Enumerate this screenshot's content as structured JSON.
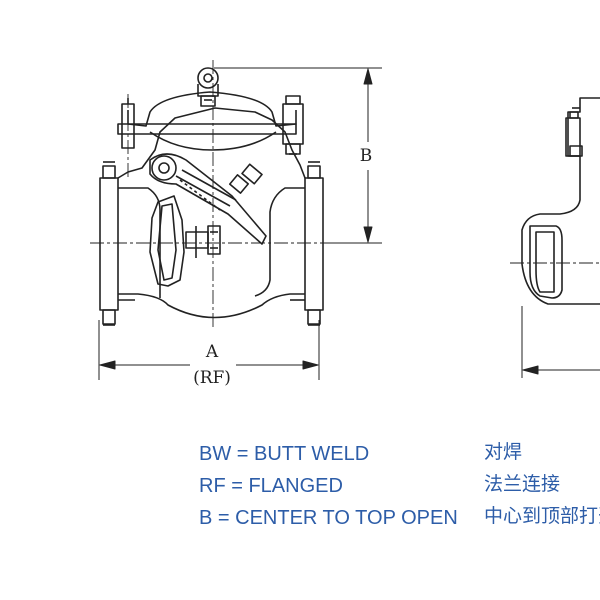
{
  "drawing": {
    "dim_a": "A",
    "dim_rf": "(RF)",
    "dim_b": "B"
  },
  "legend": {
    "items": [
      {
        "en": "BW = BUTT WELD",
        "cn": "对焊"
      },
      {
        "en": "RF = FLANGED",
        "cn": "法兰连接"
      },
      {
        "en": "B = CENTER TO TOP OPEN",
        "cn": "中心到顶部打开"
      }
    ]
  },
  "colors": {
    "ink": "#222222",
    "legend_text": "#2d5da8"
  }
}
